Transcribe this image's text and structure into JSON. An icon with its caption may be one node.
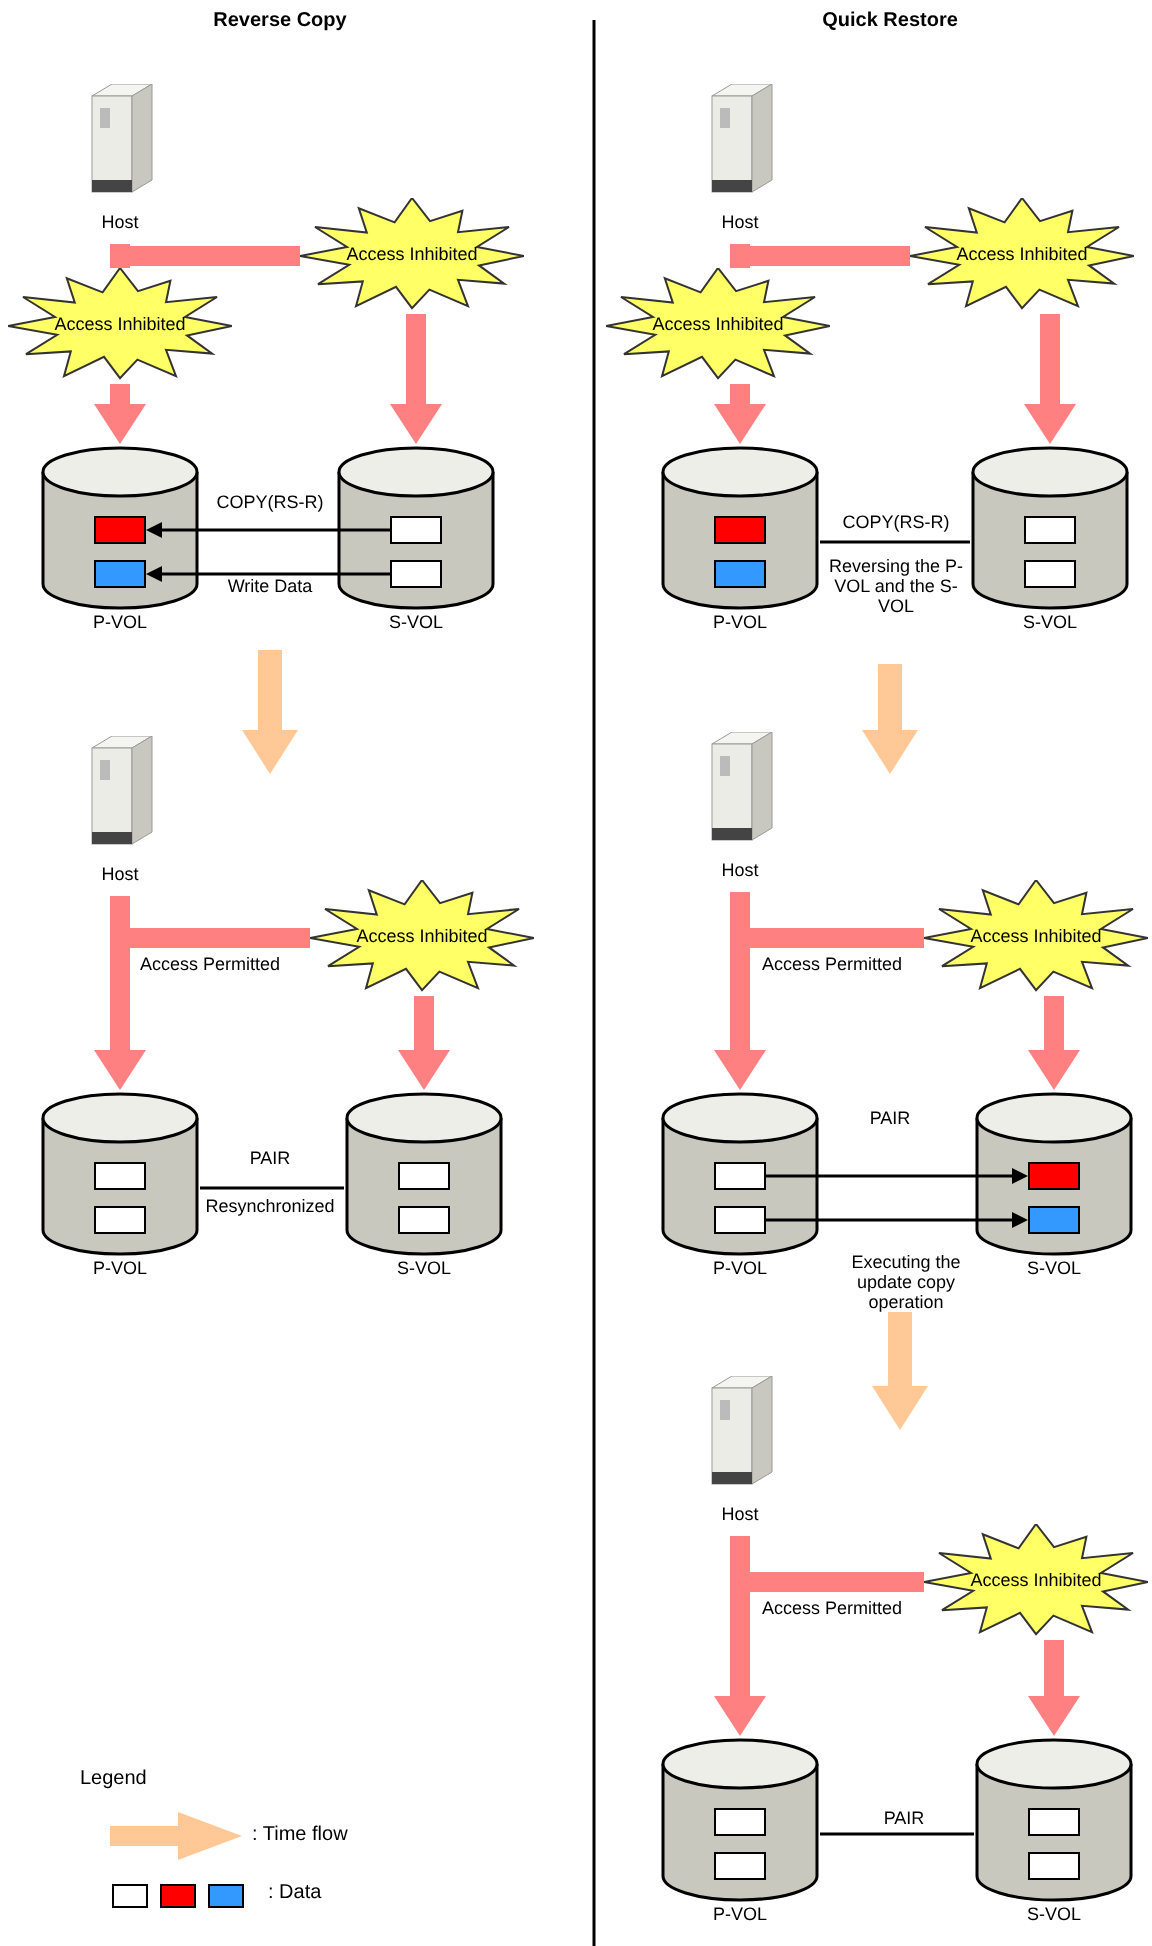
{
  "diagram": {
    "nodes": [
      {
        "text": [
          "Host"
        ]
      },
      {
        "text": [
          "Access Inhibited"
        ]
      },
      {
        "text": [
          "Access Inhibited"
        ]
      },
      {
        "text": [
          "P-VOL"
        ]
      },
      {
        "text": [],
        "shape": "box",
        "in": 3
      },
      {
        "text": [],
        "shape": "box",
        "in": 3
      },
      {
        "text": [
          "S-VOL"
        ]
      },
      {
        "text": [],
        "shape": "box",
        "in": 6
      },
      {
        "text": [],
        "shape": "box",
        "in": 6
      },
      {
        "text": [
          "Host"
        ]
      },
      {
        "text": [
          "Access Inhibited"
        ]
      },
      {
        "text": [
          "P-VOL"
        ]
      },
      {
        "text": [],
        "shape": "box",
        "in": 11
      },
      {
        "text": [],
        "shape": "box",
        "in": 11
      },
      {
        "text": [
          "S-VOL"
        ]
      },
      {
        "text": [],
        "shape": "box",
        "in": 14
      },
      {
        "text": [],
        "shape": "box",
        "in": 14
      },
      {
        "text": [
          "Host"
        ]
      },
      {
        "text": [
          "Access Inhibited"
        ]
      },
      {
        "text": [
          "Access Inhibited"
        ]
      },
      {
        "text": [
          "P-VOL"
        ]
      },
      {
        "text": [],
        "shape": "box",
        "in": 20
      },
      {
        "text": [],
        "shape": "box",
        "in": 20
      },
      {
        "text": [
          "S-VOL"
        ]
      },
      {
        "text": [],
        "shape": "box",
        "in": 23
      },
      {
        "text": [],
        "shape": "box",
        "in": 23
      },
      {
        "text": [
          "Host"
        ]
      },
      {
        "text": [
          "Access Inhibited"
        ]
      },
      {
        "text": [
          "P-VOL"
        ]
      },
      {
        "text": [],
        "shape": "box",
        "in": 28
      },
      {
        "text": [],
        "shape": "box",
        "in": 28
      },
      {
        "text": [
          "S-VOL"
        ]
      },
      {
        "text": [],
        "shape": "box",
        "in": 31
      },
      {
        "text": [],
        "shape": "box",
        "in": 31
      },
      {
        "text": [
          "Host"
        ]
      },
      {
        "text": [
          "Access Inhibited"
        ]
      },
      {
        "text": [
          "P-VOL"
        ]
      },
      {
        "text": [],
        "shape": "box",
        "in": 36
      },
      {
        "text": [],
        "shape": "box",
        "in": 36
      },
      {
        "text": [
          "S-VOL"
        ]
      },
      {
        "text": [],
        "shape": "box",
        "in": 39
      },
      {
        "text": [],
        "shape": "box",
        "in": 39
      }
    ],
    "edges": [
      {
        "from": 0,
        "to": 1,
        "arrow": "none"
      },
      {
        "from": 1,
        "to": 3,
        "arrow": "to"
      },
      {
        "from": 0,
        "to": 2,
        "arrow": "none"
      },
      {
        "from": 2,
        "to": 6,
        "arrow": "to"
      },
      {
        "from": 7,
        "to": 4,
        "arrow": "to",
        "label": "COPY(RS-R)",
        "color": "#000000"
      },
      {
        "from": 8,
        "to": 5,
        "arrow": "to",
        "label": "Write Data",
        "color": "#000000"
      },
      {
        "from": 9,
        "to": 11,
        "arrow": "to",
        "label": "Access Permitted"
      },
      {
        "from": 9,
        "to": 10,
        "arrow": "none"
      },
      {
        "from": 10,
        "to": 14,
        "arrow": "to"
      },
      {
        "from": 11,
        "to": 14,
        "arrow": "none",
        "label": "Resynchronized",
        "color": "#000000"
      },
      {
        "from": 17,
        "to": 18,
        "arrow": "none"
      },
      {
        "from": 18,
        "to": 20,
        "arrow": "to"
      },
      {
        "from": 17,
        "to": 19,
        "arrow": "none"
      },
      {
        "from": 19,
        "to": 23,
        "arrow": "to"
      },
      {
        "from": 20,
        "to": 23,
        "arrow": "none",
        "label": "COPY(RS-R)",
        "color": "#000000"
      },
      {
        "from": 26,
        "to": 28,
        "arrow": "to",
        "label": "Access Permitted"
      },
      {
        "from": 26,
        "to": 27,
        "arrow": "none"
      },
      {
        "from": 27,
        "to": 31,
        "arrow": "to"
      },
      {
        "from": 29,
        "to": 32,
        "arrow": "to",
        "color": "#000000"
      },
      {
        "from": 30,
        "to": 33,
        "arrow": "to",
        "label": "Executing the update copy operation",
        "color": "#000000"
      },
      {
        "from": 34,
        "to": 36,
        "arrow": "to",
        "label": "Access Permitted"
      },
      {
        "from": 34,
        "to": 35,
        "arrow": "none"
      },
      {
        "from": 35,
        "to": 39,
        "arrow": "to"
      },
      {
        "from": 36,
        "to": 39,
        "arrow": "none",
        "color": "#000000"
      }
    ],
    "labels": [
      "Reverse Copy",
      "Quick Restore",
      "PAIR",
      "Reversing the P-VOL and the S-VOL",
      "PAIR",
      "PAIR",
      "Legend"
    ],
    "legend": [
      {
        "text": ": Time flow"
      },
      {
        "text": ": Data"
      }
    ]
  }
}
